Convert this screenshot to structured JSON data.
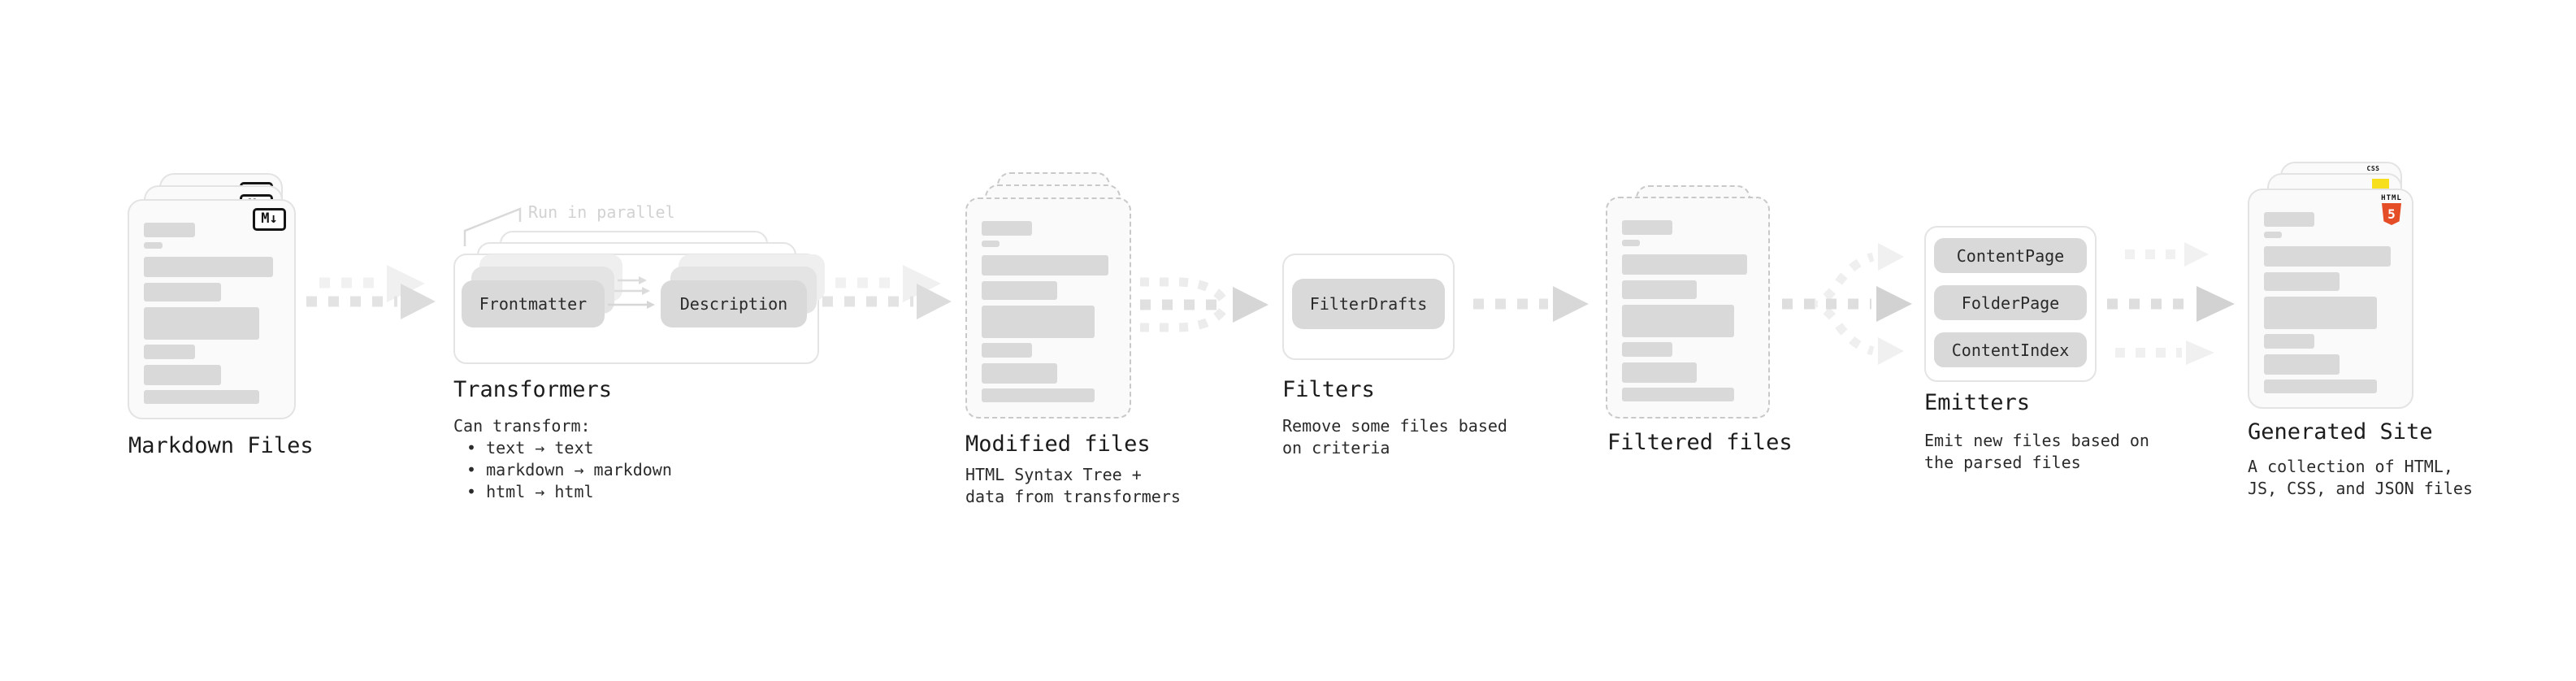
{
  "stages": {
    "markdown": {
      "title": "Markdown Files"
    },
    "transformers": {
      "title": "Transformers",
      "callout": "Run in parallel",
      "node_a": "Frontmatter",
      "node_b": "Description",
      "desc_lines": [
        "Can transform:",
        "• text → text",
        "• markdown → markdown",
        "• html → html"
      ]
    },
    "modified": {
      "title": "Modified files",
      "desc_lines": [
        "HTML Syntax Tree +",
        "data from transformers"
      ]
    },
    "filters": {
      "title": "Filters",
      "node": "FilterDrafts",
      "desc_lines": [
        "Remove some files based",
        "on criteria"
      ]
    },
    "filtered": {
      "title": "Filtered files"
    },
    "emitters": {
      "title": "Emitters",
      "nodes": [
        "ContentPage",
        "FolderPage",
        "ContentIndex"
      ],
      "desc_lines": [
        "Emit new files based on",
        "the parsed files"
      ]
    },
    "generated": {
      "title": "Generated Site",
      "desc_lines": [
        "A collection of HTML,",
        "JS, CSS, and JSON files"
      ]
    }
  },
  "badges": {
    "markdown": "M↓",
    "html5_word": "HTML",
    "html5_number": "5",
    "css_word": "CSS"
  },
  "colors": {
    "html5_orange": "#e44d26",
    "js_yellow": "#f7df1e",
    "css_blue": "#2965f1",
    "skeleton_gray": "#d9d9d9",
    "pill_gray": "#d9d9d9",
    "arrow_gray": "#d2d2d2",
    "text_dark": "#1c1c1c"
  }
}
